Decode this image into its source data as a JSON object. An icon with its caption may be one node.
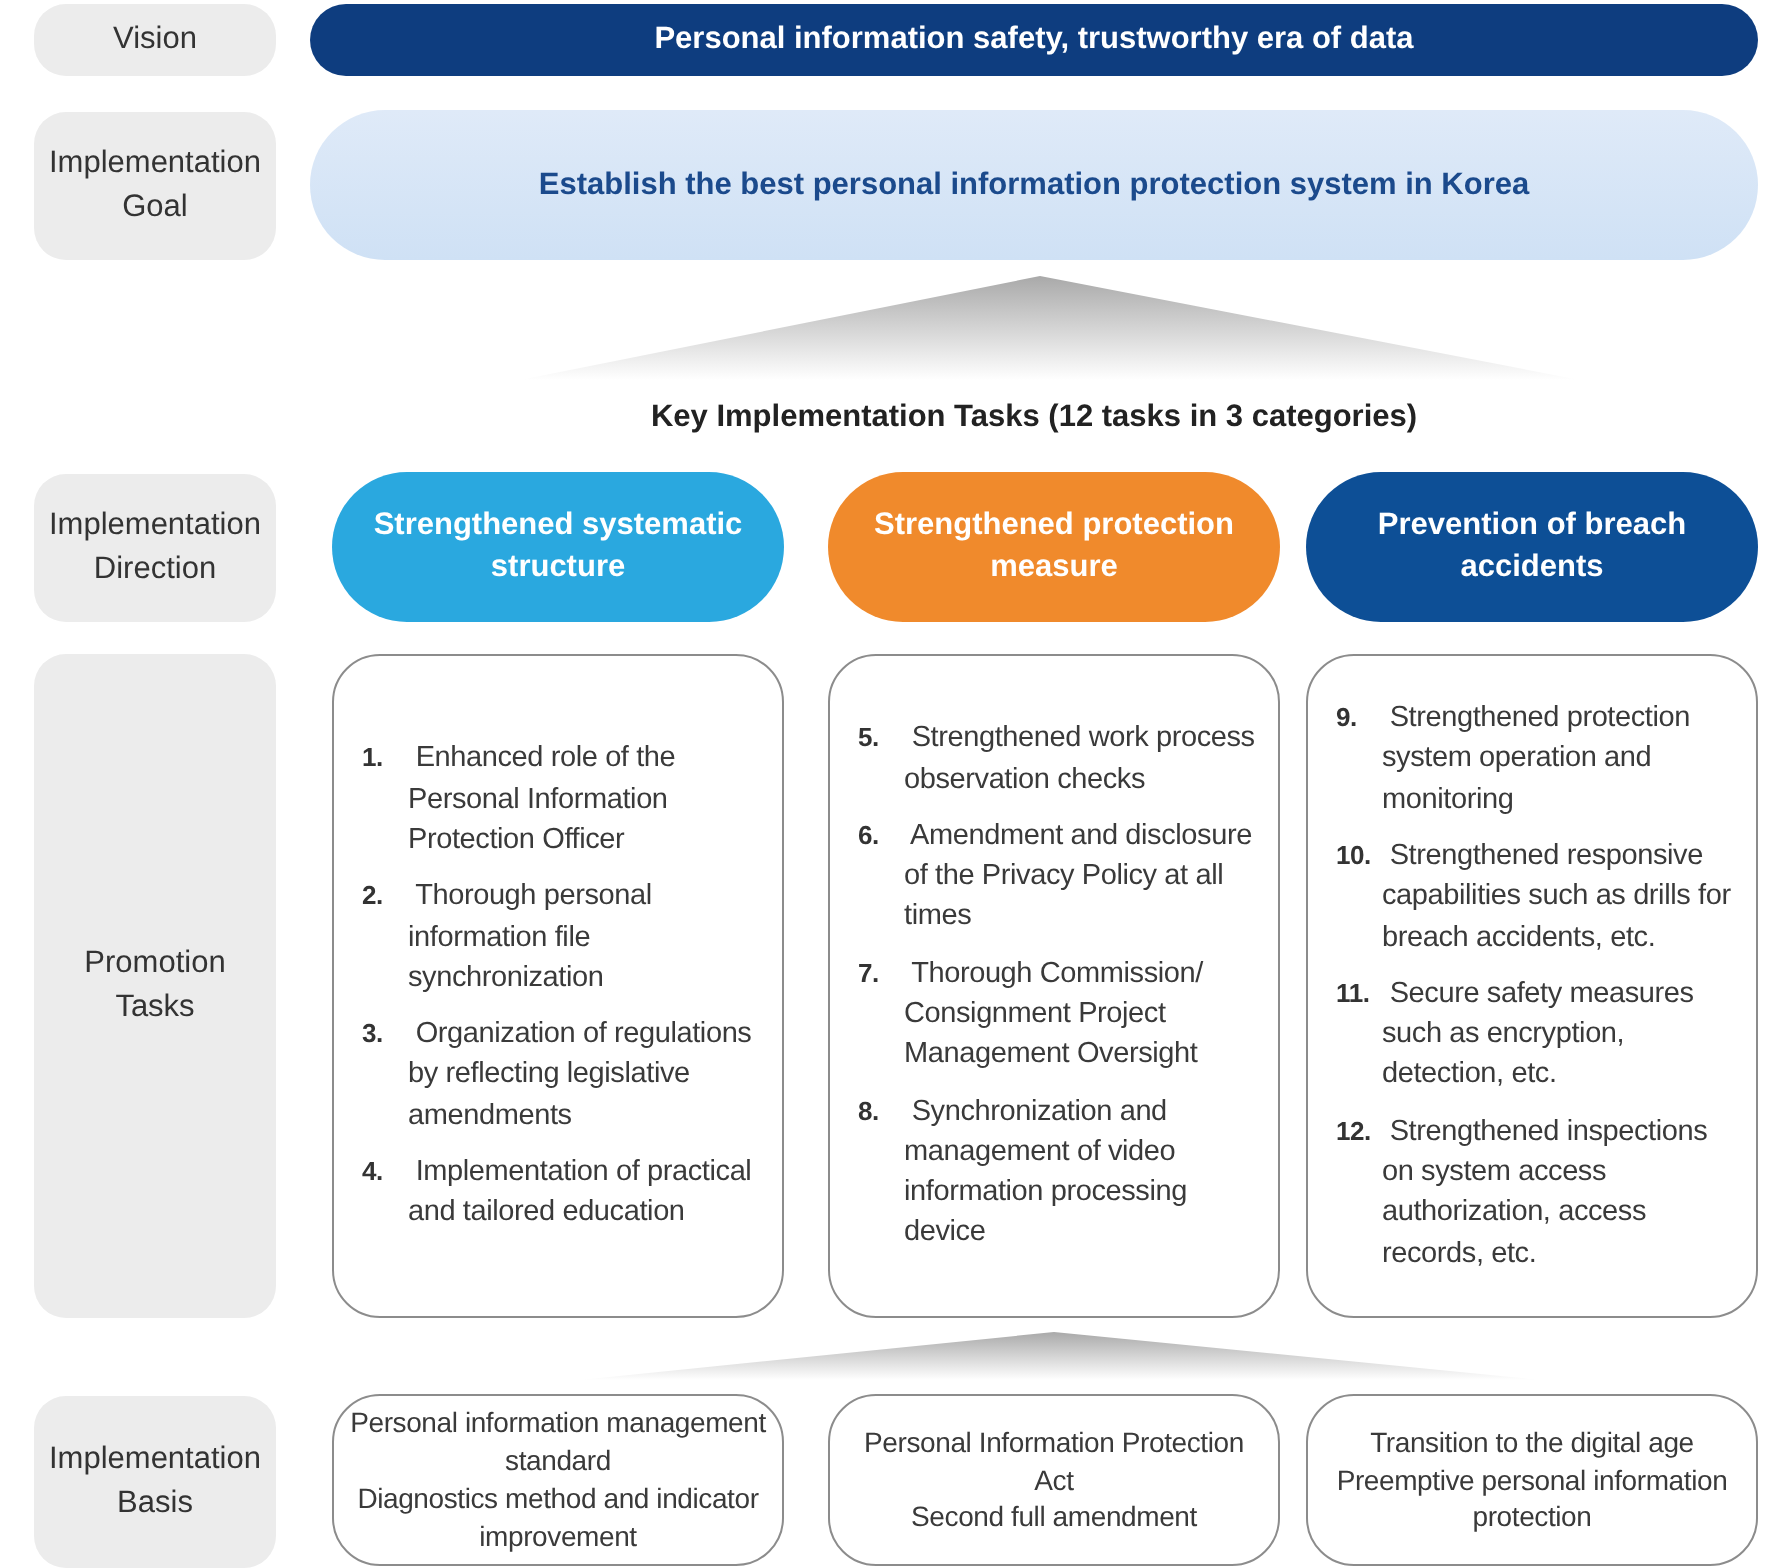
{
  "diagram": {
    "nodes": [
      {
        "text": [
          "Vision"
        ]
      },
      {
        "text": [
          "Personal information safety, trustworthy era of data"
        ]
      },
      {
        "text": [
          "Implementation Goal"
        ]
      },
      {
        "text": [
          "Establish the best personal information protection system in Korea"
        ]
      },
      {
        "text": [
          "Implementation Direction"
        ]
      },
      {
        "text": [
          "Strengthened systematic structure"
        ]
      },
      {
        "text": [
          "Strengthened protection measure"
        ]
      },
      {
        "text": [
          "Prevention of breach accidents"
        ]
      },
      {
        "text": [
          "Promotion Tasks"
        ]
      },
      {
        "text": [
          "**1.** Enhanced role of the Personal Information Protection Officer",
          "**2.** Thorough personal information file synchronization",
          "**3.** Organization of regulations by reflecting legislative amendments",
          "**4.** Implementation of practical and tailored education"
        ]
      },
      {
        "text": [
          "**5.** Strengthened work process observation checks",
          "**6.** Amendment and disclosure of the Privacy Policy at all times",
          "**7.** Thorough Commission/ Consignment Project Management Oversight",
          "**8.** Synchronization and management of video information processing device"
        ]
      },
      {
        "text": [
          "**9.** Strengthened protection system operation and monitoring",
          "**10.** Strengthened responsive capabilities such as drills for breach accidents, etc.",
          "**11.** Secure safety measures such as encryption, detection, etc.",
          "**12.** Strengthened inspections on system access authorization, access records, etc."
        ]
      },
      {
        "text": [
          "Implementation Basis"
        ]
      },
      {
        "text": [
          "Personal information management standard",
          "Diagnostics method and indicator improvement"
        ]
      },
      {
        "text": [
          "Personal Information Protection Act",
          "Second full amendment"
        ]
      },
      {
        "text": [
          "Transition to the digital age",
          "Preemptive personal information protection"
        ]
      }
    ],
    "edges": [],
    "labels": [
      "Key Implementation Tasks (12 tasks in 3 categories)"
    ]
  }
}
